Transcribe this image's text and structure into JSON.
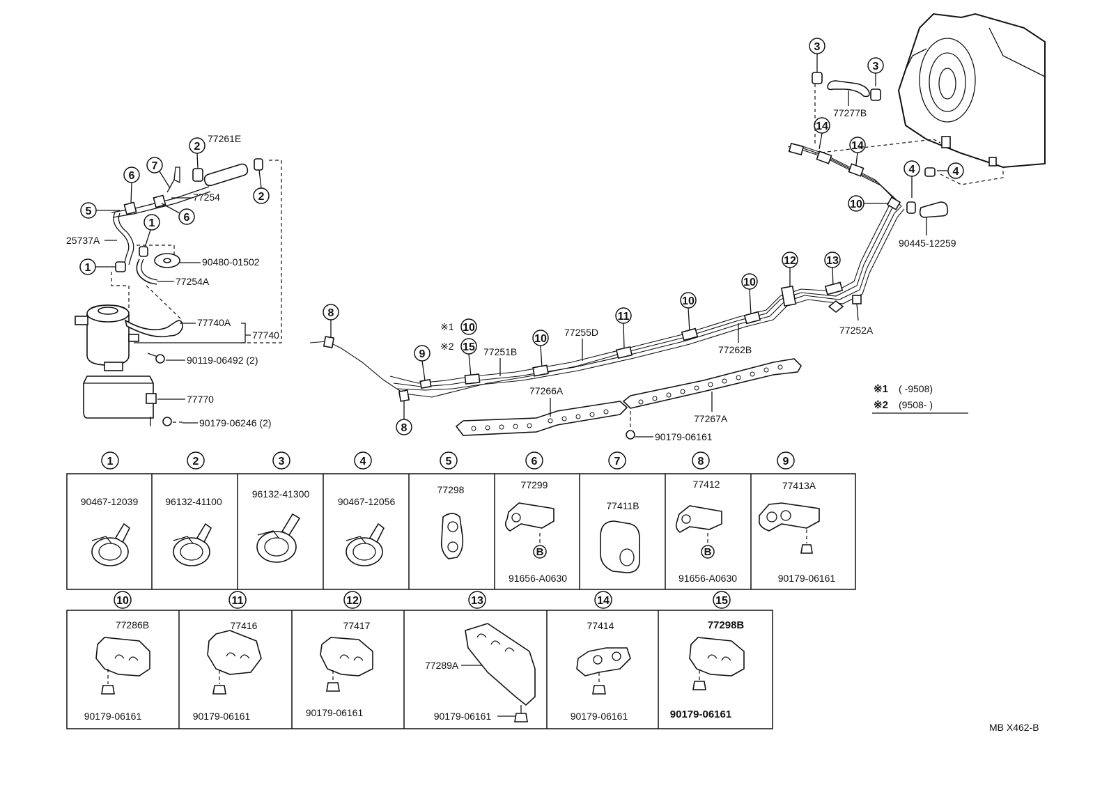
{
  "diagram": {
    "main_labels": {
      "p77261E": "77261E",
      "p77254": "77254",
      "p25737A": "25737A",
      "p90480": "90480-01502",
      "p77254A": "77254A",
      "p77740A": "77740A",
      "p77740": "77740",
      "p90119": "90119-06492 (2)",
      "p77770": "77770",
      "p90179_246": "90179-06246 (2)",
      "p77277B": "77277B",
      "p90445": "90445-12259",
      "p77252A": "77252A",
      "p77262B": "77262B",
      "p77255D": "77255D",
      "p77251B": "77251B",
      "p77266A": "77266A",
      "p77267A": "77267A",
      "p90179_161": "90179-06161",
      "star1": "※1",
      "star2": "※2"
    },
    "note": {
      "line1_mark": "※1",
      "line1_text": "(        -9508)",
      "line2_mark": "※2",
      "line2_text": "(9508-        )"
    },
    "callout_numbers": [
      "1",
      "2",
      "3",
      "4",
      "5",
      "6",
      "7",
      "8",
      "9",
      "10",
      "11",
      "12",
      "13",
      "14",
      "15"
    ],
    "detail_row1": [
      {
        "num": "1",
        "part": "90467-12039",
        "sub": ""
      },
      {
        "num": "2",
        "part": "96132-41100",
        "sub": ""
      },
      {
        "num": "3",
        "part": "96132-41300",
        "sub": ""
      },
      {
        "num": "4",
        "part": "90467-12056",
        "sub": ""
      },
      {
        "num": "5",
        "part": "77298",
        "sub": ""
      },
      {
        "num": "6",
        "part": "77299",
        "sub": "91656-A0630",
        "marker": "B"
      },
      {
        "num": "7",
        "part": "77411B",
        "sub": ""
      },
      {
        "num": "8",
        "part": "77412",
        "sub": "91656-A0630",
        "marker": "B"
      },
      {
        "num": "9",
        "part": "77413A",
        "sub": "90179-06161"
      }
    ],
    "detail_row2": [
      {
        "num": "10",
        "part": "77286B",
        "sub": "90179-06161"
      },
      {
        "num": "11",
        "part": "77416",
        "sub": "90179-06161"
      },
      {
        "num": "12",
        "part": "77417",
        "sub": "90179-06161"
      },
      {
        "num": "13",
        "part": "77289A",
        "sub": "90179-06161"
      },
      {
        "num": "14",
        "part": "77414",
        "sub": "90179-06161"
      },
      {
        "num": "15",
        "part": "77298B",
        "sub": "90179-06161"
      }
    ],
    "figure_code": "MB X462-B"
  }
}
